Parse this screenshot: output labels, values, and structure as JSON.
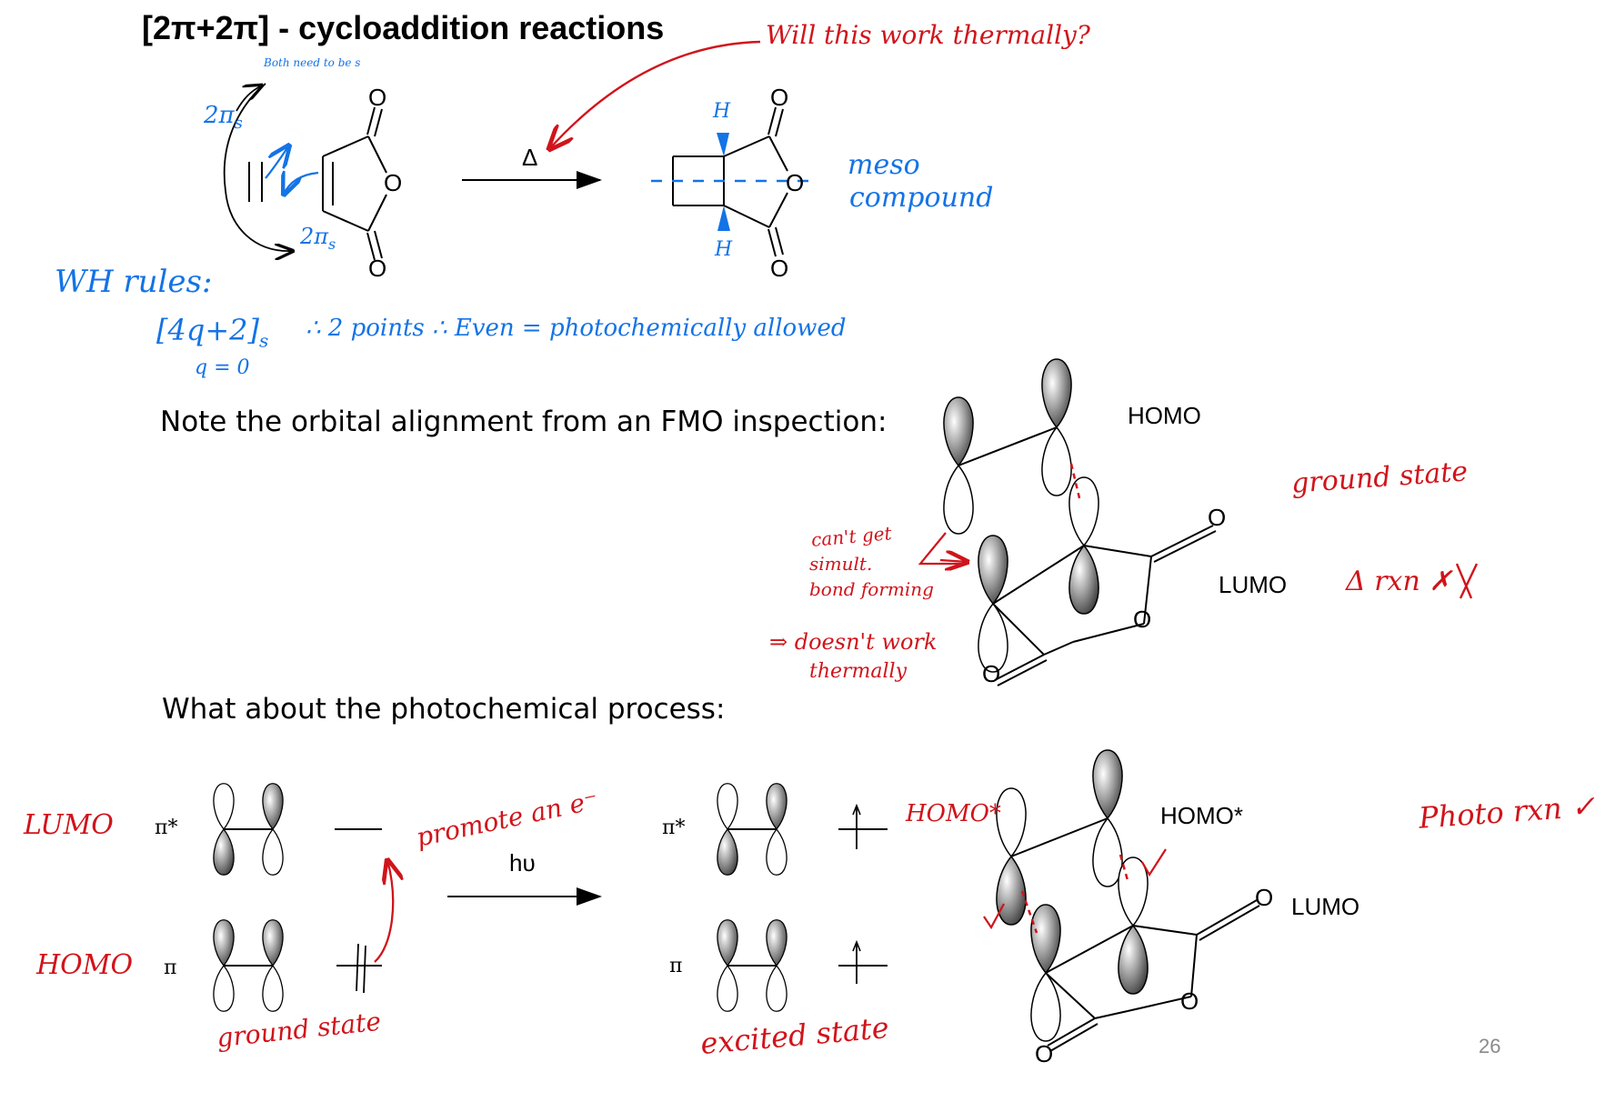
{
  "title": "[2π+2π] - cycloaddition reactions",
  "notes": {
    "fmo": "Note the orbital alignment from an FMO inspection:",
    "photo": "What about the photochemical process:"
  },
  "labels": {
    "homo": "HOMO",
    "lumo": "LUMO",
    "homo_star": "HOMO*",
    "lumo_2": "LUMO",
    "pi_star": "π*",
    "pi": "π",
    "pi_star_2": "π*",
    "pi_2": "π",
    "delta": "Δ",
    "hv": "hυ",
    "page_number": "26"
  },
  "atoms": {
    "O": "O"
  },
  "annotations_red": {
    "thermal_question": "Will this work thermally?",
    "ground_state_1": "ground state",
    "delta_rxn": "Δ rxn ✗",
    "cant_get": "can't get",
    "simult": "simult.",
    "bond_forming": "bond forming",
    "doesnt_work": "⇒ doesn't work",
    "thermally": "thermally",
    "lumo_hw": "LUMO",
    "homo_hw": "HOMO",
    "promote": "promote an e⁻",
    "ground_state_2": "ground state",
    "excited_state": "excited state",
    "homo_star_hw": "HOMO*",
    "photo_rxn": "Photo rxn ✓"
  },
  "annotations_blue": {
    "both_need": "Both need to be s",
    "two_pi_s_1": "2π",
    "two_pi_s_2": "2π",
    "sub_s": "s",
    "wh_rules": "WH rules:",
    "formula": "[4q+2]",
    "formula_sub": "s",
    "conclusion": "∴  2 points  ∴  Even = photochemically allowed",
    "q_zero": "q = 0",
    "meso": "meso",
    "compound": "compound",
    "h": "H"
  },
  "colors": {
    "red": "#d0141b",
    "blue": "#1473e6",
    "black": "#000000",
    "page_number": "#8a8a8a"
  }
}
